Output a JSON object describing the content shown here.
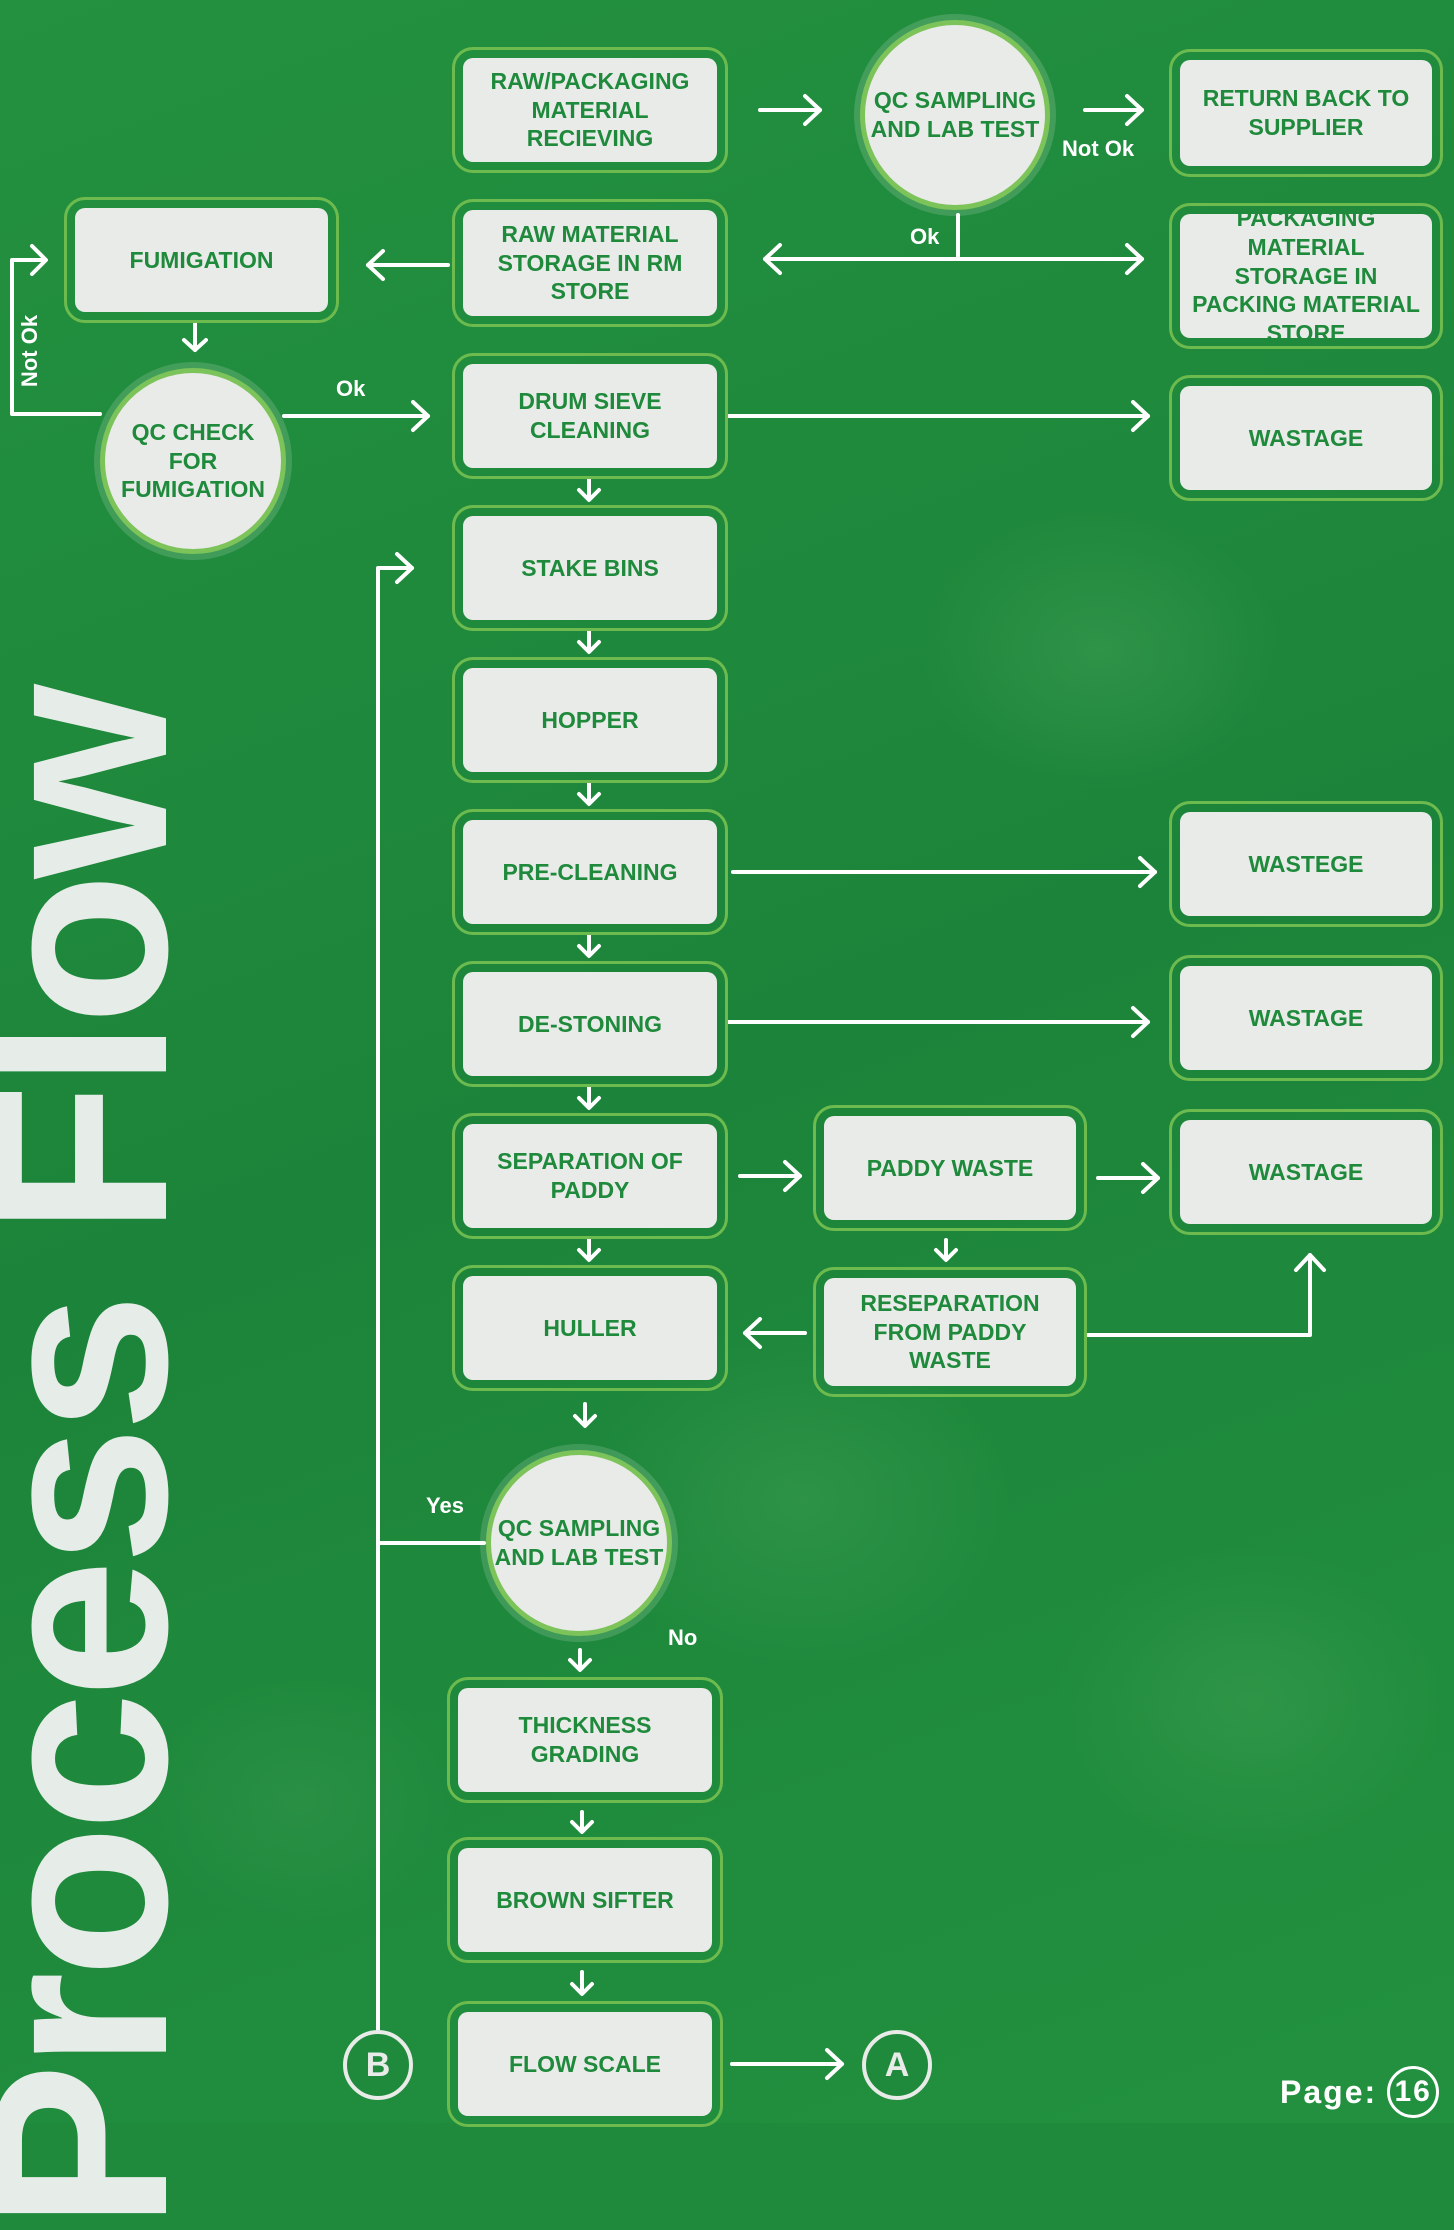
{
  "title": "Process Flow",
  "page": {
    "label": "Page:",
    "number": "16"
  },
  "nodes": {
    "raw_receiving": "RAW/PACKAGING MATERIAL RECIEVING",
    "qc_sampling_top": "QC SAMPLING AND LAB TEST",
    "return_supplier": "RETURN BACK TO SUPPLIER",
    "fumigation": "FUMIGATION",
    "raw_storage": "RAW MATERIAL STORAGE IN RM STORE",
    "packaging_storage": "PACKAGING MATERIAL STORAGE IN PACKING MATERIAL STORE",
    "qc_fumigation": "QC CHECK FOR FUMIGATION",
    "drum_sieve": "DRUM SIEVE CLEANING",
    "wastage_1": "WASTAGE",
    "stake_bins": "STAKE BINS",
    "hopper": "HOPPER",
    "pre_cleaning": "PRE-CLEANING",
    "wastege_2": "WASTEGE",
    "de_stoning": "DE-STONING",
    "wastage_3": "WASTAGE",
    "separation_paddy": "SEPARATION OF PADDY",
    "paddy_waste": "PADDY WASTE",
    "wastage_4": "WASTAGE",
    "huller": "HULLER",
    "reseparation": "RESEPARATION FROM PADDY WASTE",
    "qc_sampling_mid": "QC SAMPLING AND LAB TEST",
    "thickness_grading": "THICKNESS GRADING",
    "brown_sifter": "BROWN SIFTER",
    "flow_scale": "FLOW SCALE",
    "connector_b": "B",
    "connector_a": "A"
  },
  "labels": {
    "not_ok_top": "Not Ok",
    "ok_top": "Ok",
    "not_ok_side": "Not Ok",
    "ok_fumigation": "Ok",
    "yes": "Yes",
    "no": "No"
  },
  "colors": {
    "background": "#1f8a3c",
    "box": "#e8ebe8",
    "box_text": "#1f8a3c",
    "outline": "#6dbb4e"
  }
}
